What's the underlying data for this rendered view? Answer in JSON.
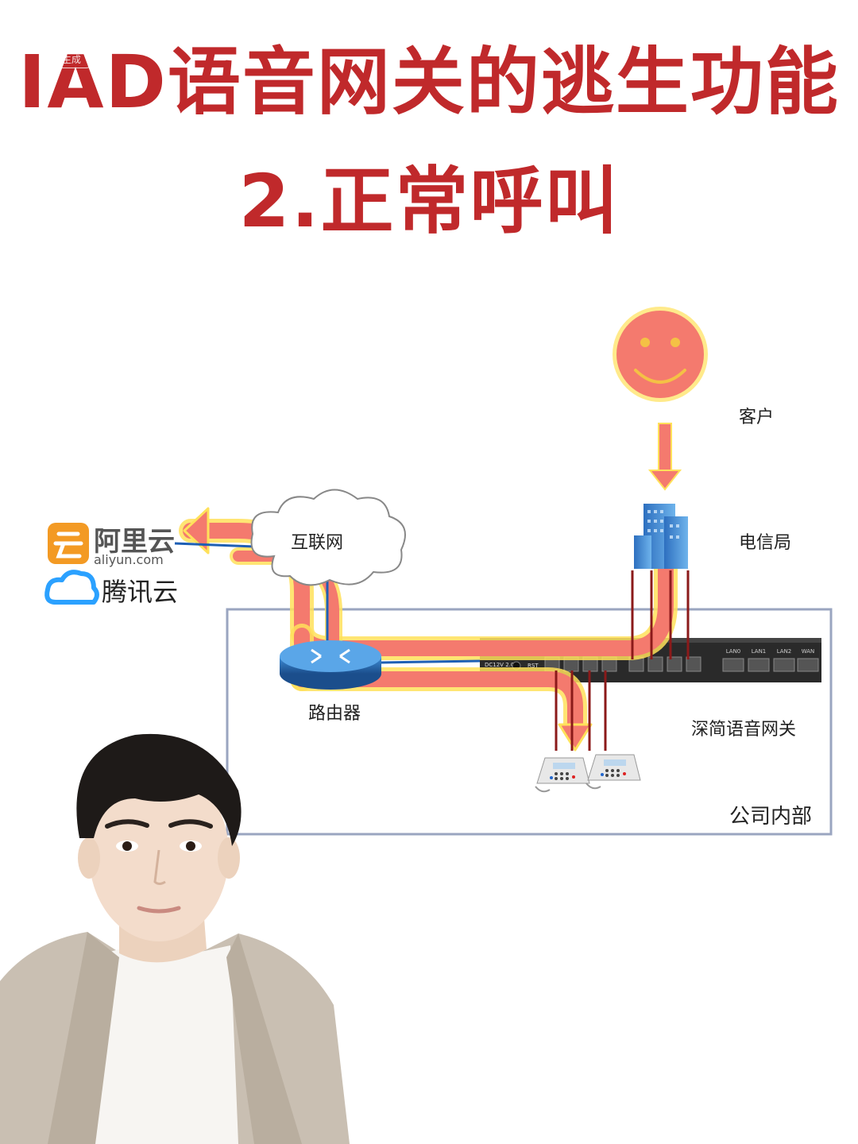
{
  "header": {
    "title_line1": "IAD语音网关的逃生功能",
    "title_line2": "2.正常呼叫",
    "ai_badge": "AI生成",
    "title_color": "#c0292b"
  },
  "diagram": {
    "customer_label": "客户",
    "telecom_label": "电信局",
    "internet_label": "互联网",
    "router_label": "路由器",
    "gateway_label": "深简语音网关",
    "company_label": "公司内部",
    "gateway_panel": {
      "power": "DC12V 2.0A",
      "reset": "RST",
      "ports": [
        "LAN0",
        "LAN1",
        "LAN2",
        "WAN"
      ]
    },
    "logos": {
      "aliyun_name": "阿里云",
      "aliyun_domain": "aliyun.com",
      "tencent_name": "腾讯云"
    },
    "icons": [
      "smiley-customer-icon",
      "office-building-icon",
      "cloud-icon",
      "router-icon",
      "telephone-icon",
      "arrow-icon"
    ],
    "colors": {
      "path": "#f47a6e",
      "path_glow": "#ffe15a",
      "arrow": "#e74c3c",
      "wire": "#8b1a1a",
      "frame": "#9aa5c0"
    }
  }
}
